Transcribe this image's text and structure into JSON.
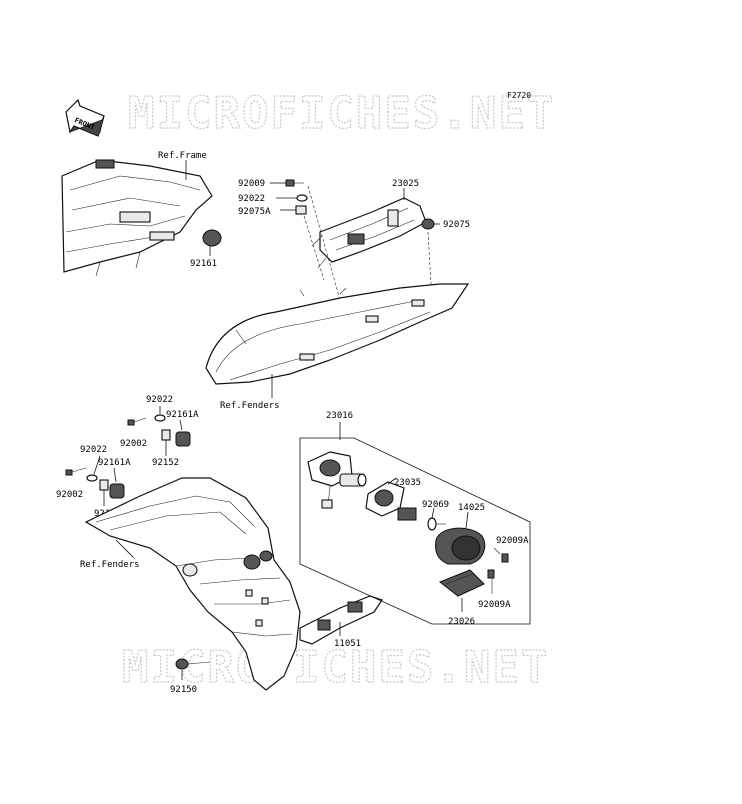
{
  "watermark": {
    "text": "MICROFICHES.NET"
  },
  "figure_code": "F2720",
  "front_arrow": {
    "label": "FRONT"
  },
  "labels": {
    "ref_frame": "Ref.Frame",
    "ref_fenders_top": "Ref.Fenders",
    "ref_fenders_bottom": "Ref.Fenders",
    "p92009_top": "92009",
    "p92022_top": "92022",
    "p92075A": "92075A",
    "p23025": "23025",
    "p92075": "92075",
    "p92161": "92161",
    "p92022_a": "92022",
    "p92161A_a": "92161A",
    "p92002_a": "92002",
    "p92152_a": "92152",
    "p92022_b": "92022",
    "p92161A_b": "92161A",
    "p92002_b": "92002",
    "p92152_b": "92152",
    "p23016": "23016",
    "p23035": "23035",
    "p92069": "92069",
    "p14025": "14025",
    "p92009A_a": "92009A",
    "p92009A_b": "92009A",
    "p23026": "23026",
    "p11051": "11051",
    "p92150": "92150"
  }
}
